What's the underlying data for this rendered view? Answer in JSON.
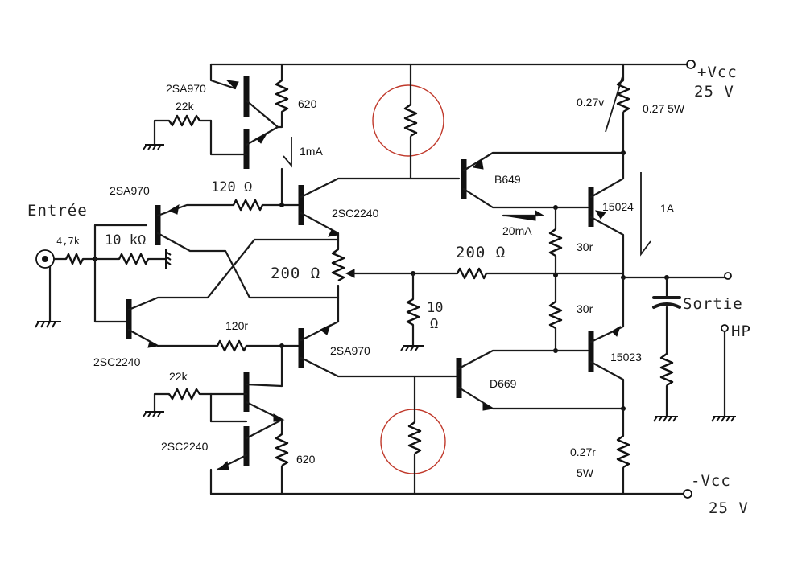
{
  "labels": {
    "q1": "2SA970",
    "r22k_top": "22k",
    "r620_top": "620",
    "i_1ma": "1mA",
    "q3": "2SA970",
    "entree": "Entrée",
    "r47k": "4,7k",
    "r10k": "10 kΩ",
    "r120_top": "120 Ω",
    "q5": "2SC2240",
    "r200_pot": "200 Ω",
    "q4": "2SC2240",
    "r120_bot": "120r",
    "q6": "2SA970",
    "r22k_bot": "22k",
    "q2": "2SC2240",
    "r620_bot": "620",
    "r10_val": "10",
    "r10_unit": "Ω",
    "b649": "B649",
    "i_20ma": "20mA",
    "r200_fb": "200 Ω",
    "r30_top": "30r",
    "r30_bot": "30r",
    "d669": "D669",
    "q15024": "15024",
    "q15023": "15023",
    "i_1a": "1A",
    "v027": "0.27v",
    "r027_top": "0.27 5W",
    "r027_bot_val": "0.27r",
    "r027_bot_pow": "5W",
    "vcc_pos": "+Vcc",
    "vcc_pos_v": "25 V",
    "vcc_neg": "-Vcc",
    "vcc_neg_v": "25 V",
    "sortie": "Sortie",
    "hp": "HP"
  },
  "colors": {
    "ink": "#111111",
    "highlight": "#c0392b"
  }
}
